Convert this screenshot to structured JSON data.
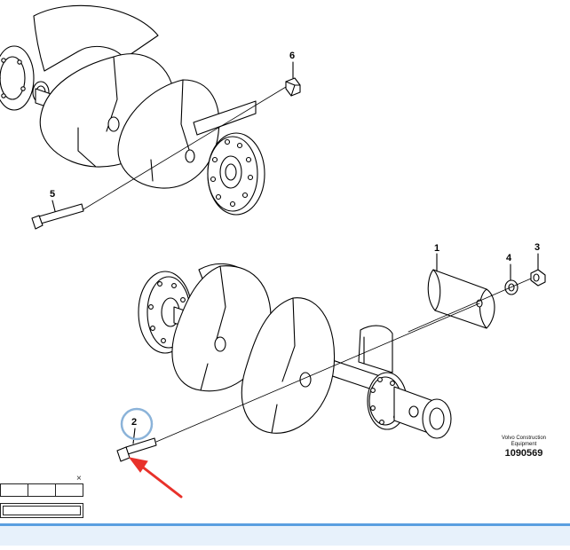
{
  "diagram": {
    "callouts": [
      "1",
      "2",
      "3",
      "4",
      "5",
      "6"
    ],
    "brand_line1": "Volvo Construction",
    "brand_line2": "Equipment",
    "part_number": "1090569"
  },
  "colors": {
    "line": "#000000",
    "highlight_ring": "#8bb3d9",
    "arrow": "#e8312a",
    "status_bar_border": "#5a9fe0",
    "status_bar_bg": "#e7f1fb"
  },
  "icons": {
    "close": "close-icon",
    "arrow": "red-arrow-icon"
  },
  "mini_panel": {
    "close_glyph": "×"
  }
}
